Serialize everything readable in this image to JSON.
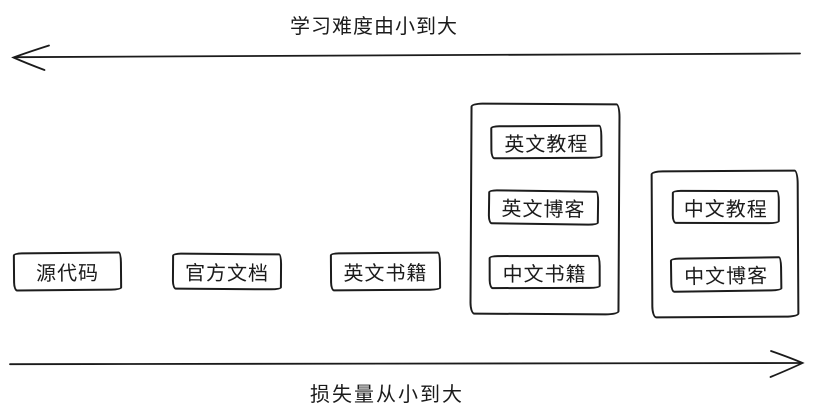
{
  "colors": {
    "stroke": "#1b1b1b",
    "background": "#ffffff"
  },
  "top_axis": {
    "label": "学习难度由小到大",
    "direction": "left"
  },
  "bottom_axis": {
    "label": "损失量从小到大",
    "direction": "right"
  },
  "standalone_boxes": [
    {
      "label": "源代码"
    },
    {
      "label": "官方文档"
    },
    {
      "label": "英文书籍"
    }
  ],
  "groups": [
    {
      "items": [
        {
          "label": "英文教程"
        },
        {
          "label": "英文博客"
        },
        {
          "label": "中文书籍"
        }
      ]
    },
    {
      "items": [
        {
          "label": "中文教程"
        },
        {
          "label": "中文博客"
        }
      ]
    }
  ]
}
